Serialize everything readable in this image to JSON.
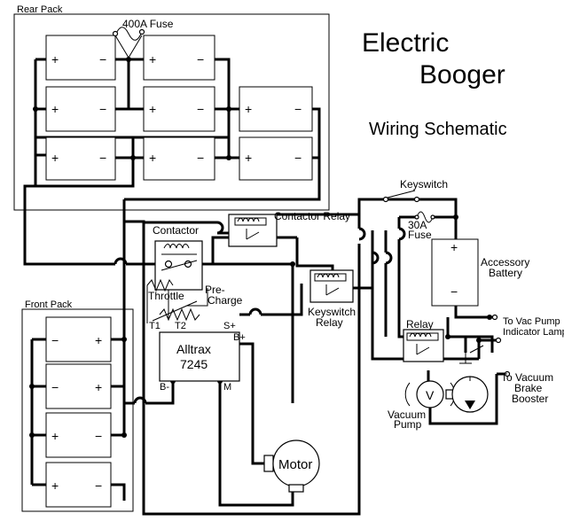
{
  "title": {
    "line1": "Electric",
    "line2": "Booger",
    "subtitle": "Wiring Schematic"
  },
  "packs": {
    "rear": "Rear Pack",
    "front": "Front Pack"
  },
  "battery_terminals": {
    "plus": "+",
    "minus": "−"
  },
  "components": {
    "fuse_400a": "400A Fuse",
    "contactor": "Contactor",
    "contactor_relay": "Contactor Relay",
    "keyswitch": "Keyswitch",
    "fuse_30a_line1": "30A",
    "fuse_30a_line2": "Fuse",
    "accessory_battery_line1": "Accessory",
    "accessory_battery_line2": "Battery",
    "throttle": "Throttle",
    "precharge_line1": "Pre-",
    "precharge_line2": "Charge",
    "keyswitch_relay_line1": "Keyswitch",
    "keyswitch_relay_line2": "Relay",
    "relay": "Relay",
    "controller_line1": "Alltrax",
    "controller_line2": "7245",
    "motor": "Motor",
    "vacuum_pump_line1": "Vacuum",
    "vacuum_pump_line2": "Pump",
    "voltmeter": "V"
  },
  "terminals": {
    "t1": "T1",
    "t2": "T2",
    "s_plus": "S+",
    "b_plus": "B+",
    "b_minus": "B-",
    "m": "M"
  },
  "outputs": {
    "vac_pump_line1": "To Vac Pump",
    "vac_pump_line2": "Indicator Lamp",
    "booster_line1": "To Vacuum",
    "booster_line2": "Brake",
    "booster_line3": "Booster"
  }
}
